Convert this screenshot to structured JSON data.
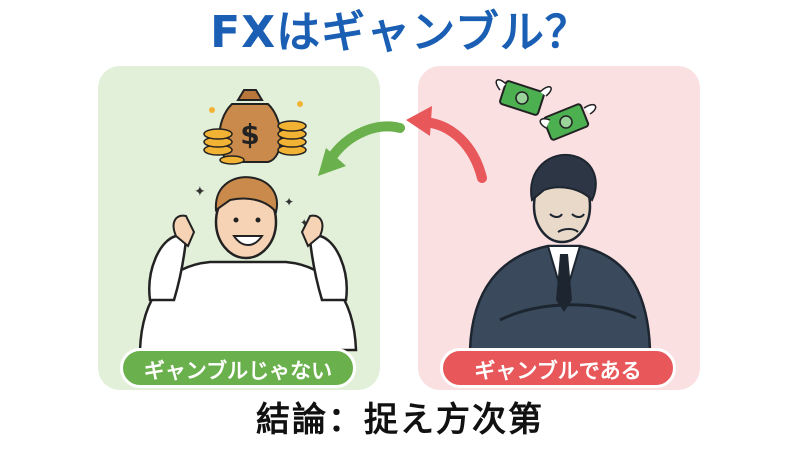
{
  "title": "FXはギャンブル？",
  "left_label": "ギャンブルじゃない",
  "right_label": "ギャンブルである",
  "conclusion": "結論：捉え方次第",
  "colors": {
    "title_blue": "#1a5fb4",
    "left_panel_bg": "#e3f0d9",
    "right_panel_bg": "#fbe0e2",
    "green_accent": "#6ab04c",
    "red_accent": "#e8575a",
    "suit": "#3a4a5c",
    "money_green": "#4caf50",
    "gold": "#f2b233",
    "bag": "#c98a4b"
  },
  "icons": [
    "money-bag-icon",
    "gold-coins-icon",
    "flying-money-icon",
    "green-arrow-icon",
    "red-arrow-icon",
    "happy-man-illustration",
    "sad-man-illustration"
  ]
}
